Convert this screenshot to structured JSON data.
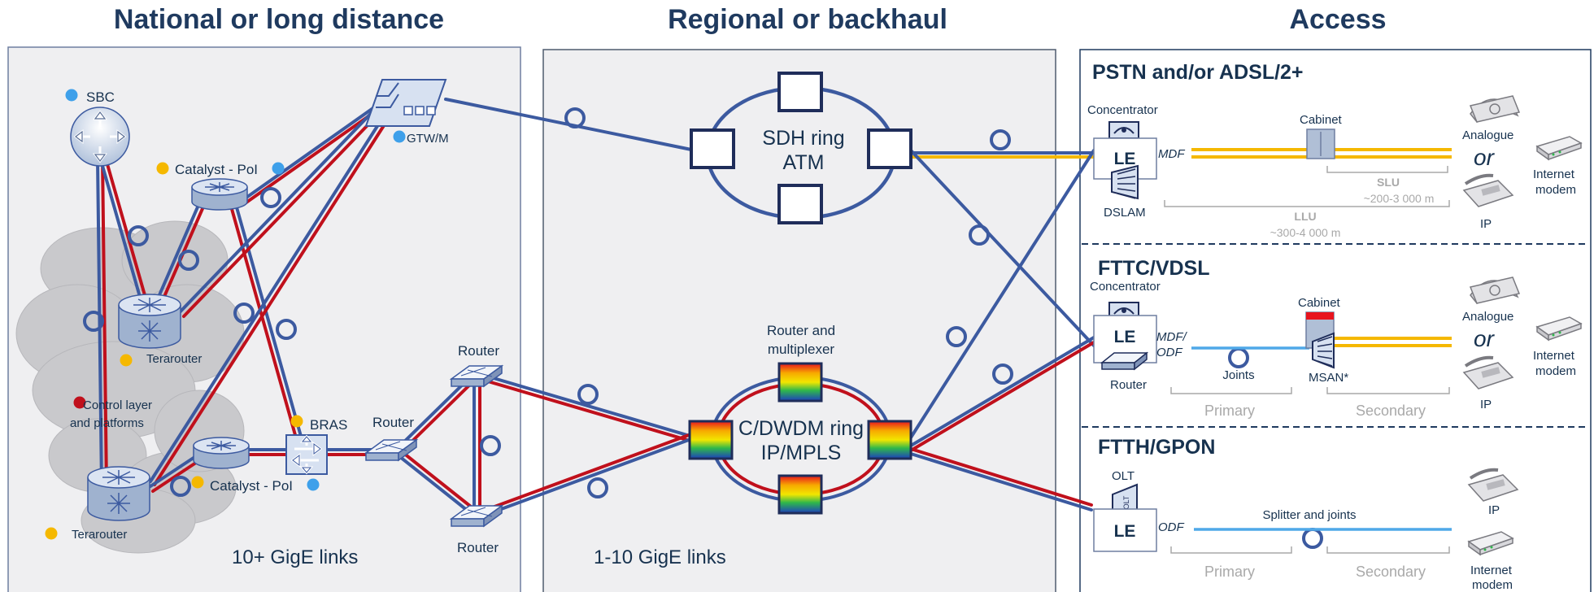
{
  "columns": {
    "national": "National or long distance",
    "regional": "Regional or backhaul",
    "access": "Access"
  },
  "national": {
    "sbc": "SBC",
    "gtw": "GTW/M",
    "catalyst_top": "Catalyst - PoI",
    "catalyst_bottom": "Catalyst - PoI",
    "terarouter_top": "Terarouter",
    "terarouter_bottom": "Terarouter",
    "control_line1": "Control layer",
    "control_line2": "and platforms",
    "bras": "BRAS",
    "router_mid": "Router",
    "router_top": "Router",
    "router_bottom": "Router",
    "links": "10+ GigE links"
  },
  "regional": {
    "sdh_line1": "SDH ring",
    "sdh_line2": "ATM",
    "mux_line1": "Router and",
    "mux_line2": "multiplexer",
    "dwdm_line1": "C/DWDM ring",
    "dwdm_line2": "IP/MPLS",
    "links": "1-10 GigE links"
  },
  "access": {
    "pstn": {
      "title": "PSTN and/or ADSL/2+",
      "concentrator": "Concentrator",
      "le": "LE",
      "mdf": "MDF",
      "dslam": "DSLAM",
      "cabinet": "Cabinet",
      "slu": "SLU",
      "slu_range": "~200-3 000 m",
      "llu": "LLU",
      "llu_range": "~300-4 000 m",
      "analogue": "Analogue",
      "or": "or",
      "ip": "IP",
      "modem_line1": "Internet",
      "modem_line2": "modem"
    },
    "fttc": {
      "title": "FTTC/VDSL",
      "concentrator": "Concentrator",
      "le": "LE",
      "mdf_line1": "MDF/",
      "mdf_line2": "ODF",
      "router": "Router",
      "joints": "Joints",
      "cabinet": "Cabinet",
      "msan": "MSAN*",
      "primary": "Primary",
      "secondary": "Secondary",
      "analogue": "Analogue",
      "or": "or",
      "ip": "IP",
      "modem_line1": "Internet",
      "modem_line2": "modem"
    },
    "ftth": {
      "title": "FTTH/GPON",
      "olt": "OLT",
      "olt_inner": "OLT",
      "le": "LE",
      "odf": "ODF",
      "splitter": "Splitter and joints",
      "primary": "Primary",
      "secondary": "Secondary",
      "ip": "IP",
      "modem_line1": "Internet",
      "modem_line2": "modem"
    }
  },
  "colors": {
    "title": "#1f3a5f",
    "blue_link": "#3c5aa0",
    "red_link": "#c0101c",
    "yellow_link": "#f5b800",
    "cyan_link": "#4fa8e8",
    "panel": "#efeff1",
    "cloud": "#c9c9cc"
  }
}
